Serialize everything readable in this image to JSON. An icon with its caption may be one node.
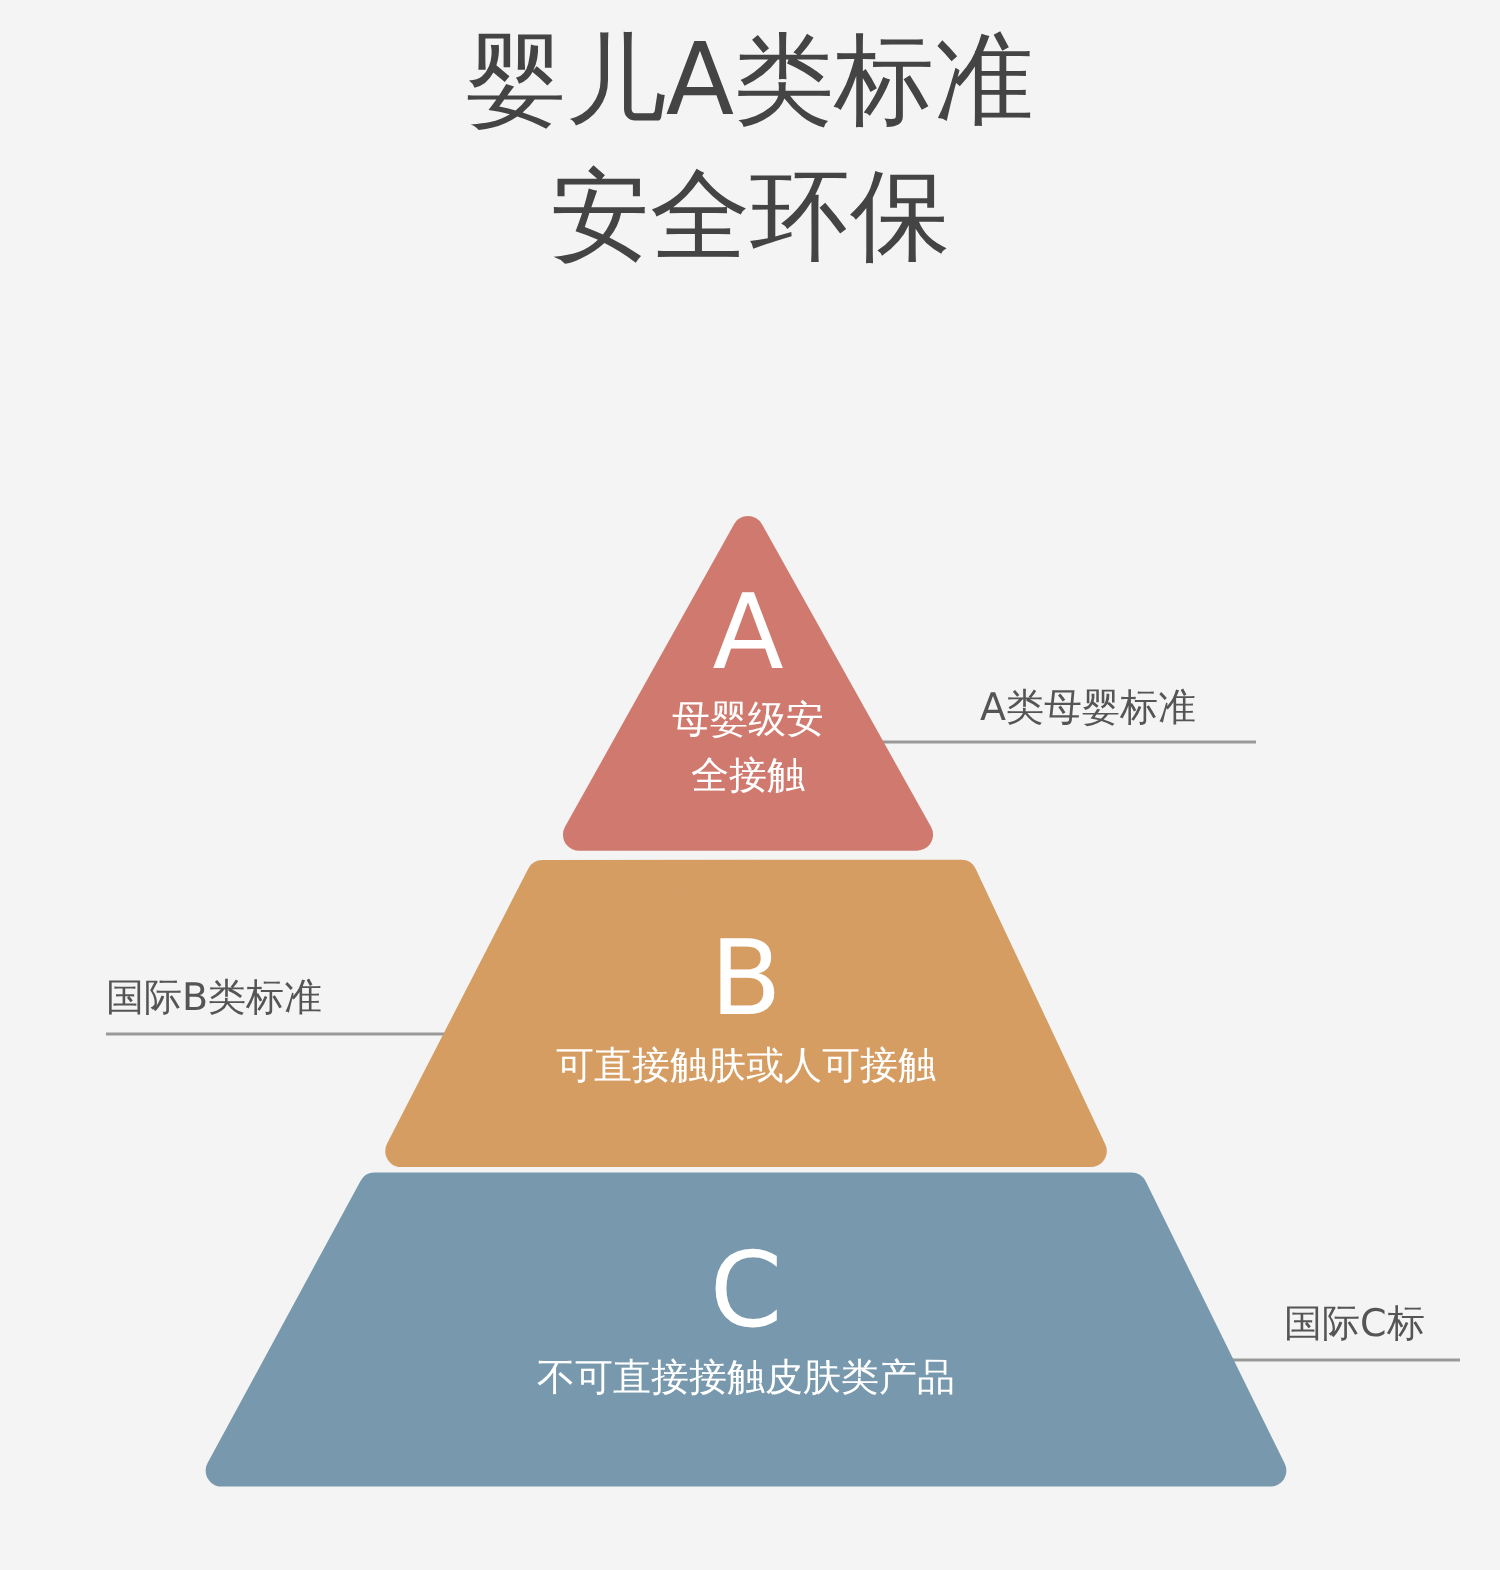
{
  "diagram": {
    "title": "婴儿A类标准安全环保",
    "nodes": [
      {
        "text": [
          "A",
          "母婴级安全接触"
        ]
      },
      {
        "text": [
          "B",
          "可直接触肤或人可接触"
        ]
      },
      {
        "text": [
          "C",
          "不可直接接触皮肤类产品"
        ]
      },
      {
        "text": [
          "A类母婴标准"
        ]
      },
      {
        "text": [
          "国际B类标准"
        ]
      },
      {
        "text": [
          "国际C标"
        ]
      }
    ],
    "edges": [
      {
        "from": 3,
        "to": 0,
        "arrow": "none"
      },
      {
        "from": 4,
        "to": 1,
        "arrow": "none"
      },
      {
        "from": 5,
        "to": 2,
        "arrow": "none"
      }
    ]
  }
}
